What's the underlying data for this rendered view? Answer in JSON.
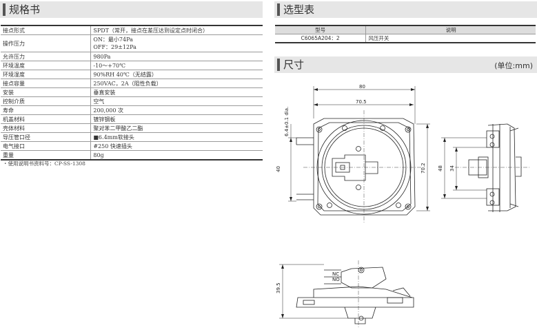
{
  "spec_section": {
    "title": "规格书"
  },
  "spec_rows": [
    {
      "label": "接点形式",
      "value": "SPDT（常开，接点在差压达到设定点时闭合）"
    },
    {
      "label": "操作压力",
      "value": "ON：最小74Pa",
      "value2": "OFF：29±12Pa"
    },
    {
      "label": "允许压力",
      "value": "980Pa"
    },
    {
      "label": "环境温度",
      "value": "-10～+70℃"
    },
    {
      "label": "环境湿度",
      "value": "90%RH 40℃（无结露）"
    },
    {
      "label": "接点容量",
      "value": "250VAC，2A（阻性负载）"
    },
    {
      "label": "安装",
      "value": "垂直安装"
    },
    {
      "label": "控制介质",
      "value": "空气"
    },
    {
      "label": "寿命",
      "value": "200,000 次"
    },
    {
      "label": "机盖材料",
      "value": "镀锌钢板"
    },
    {
      "label": "壳体材料",
      "value": "聚对苯二甲酸乙二酯"
    },
    {
      "label": "导压管口径",
      "value": "■6.4mm软接头"
    },
    {
      "label": "电气接口",
      "value": "#250 快速插头"
    },
    {
      "label": "重量",
      "value": "80g"
    }
  ],
  "spec_note": "・使用说明书资料号：CP-SS-1308",
  "select_section": {
    "title": "选型表"
  },
  "select_table": {
    "headers": [
      "型号",
      "说明"
    ],
    "rows": [
      {
        "model": "C6065A204：2",
        "desc": "风压开关"
      }
    ]
  },
  "dim_section": {
    "title": "尺寸",
    "unit": "(单位:mm)"
  },
  "dimensions": {
    "d80": "80",
    "d705": "70.5",
    "d64": "6.4±0.1 dia.",
    "d40": "40",
    "d702": "70.2",
    "d48": "48",
    "d34": "34",
    "d395": "39.5",
    "nc": "NC",
    "no": "NO"
  }
}
